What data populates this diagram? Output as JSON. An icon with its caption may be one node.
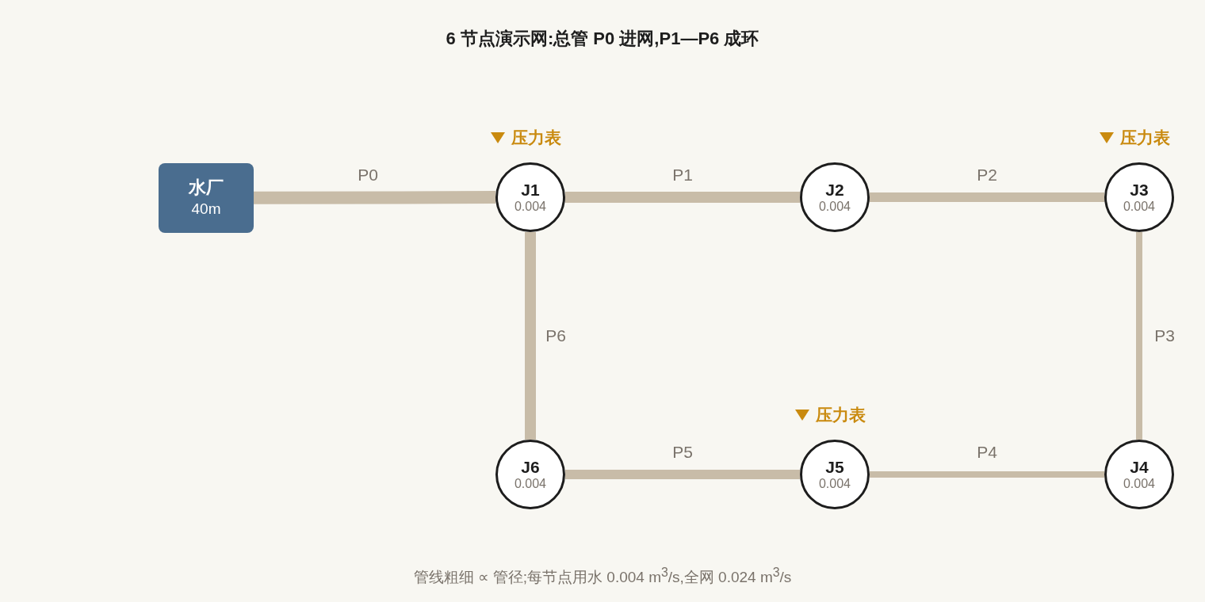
{
  "diagram": {
    "title": "6 节点演示网:总管 P0 进网,P1—P6 成环",
    "caption": "管线粗细 ∝ 管径;每节点用水 0.004 m$^{3}$/s,全网 0.024 m$^{3}$/s",
    "nodes": [
      {
        "text": [
          "水厂",
          "40m"
        ]
      },
      {
        "text": [
          "J1",
          "0.004"
        ],
        "beside": [
          "压力表"
        ]
      },
      {
        "text": [
          "J2",
          "0.004"
        ]
      },
      {
        "text": [
          "J3",
          "0.004"
        ],
        "beside": [
          "压力表"
        ]
      },
      {
        "text": [
          "J4",
          "0.004"
        ]
      },
      {
        "text": [
          "J5",
          "0.004"
        ],
        "beside": [
          "压力表"
        ]
      },
      {
        "text": [
          "J6",
          "0.004"
        ]
      }
    ],
    "edges": [
      {
        "from": 0,
        "to": 1,
        "arrow": "none",
        "label": "P0"
      },
      {
        "from": 1,
        "to": 2,
        "arrow": "none",
        "label": "P1"
      },
      {
        "from": 2,
        "to": 3,
        "arrow": "none",
        "label": "P2"
      },
      {
        "from": 3,
        "to": 4,
        "arrow": "none",
        "label": "P3"
      },
      {
        "from": 4,
        "to": 5,
        "arrow": "none",
        "label": "P4"
      },
      {
        "from": 5,
        "to": 6,
        "arrow": "none",
        "label": "P5"
      },
      {
        "from": 6,
        "to": 1,
        "arrow": "none",
        "label": "P6"
      }
    ]
  }
}
